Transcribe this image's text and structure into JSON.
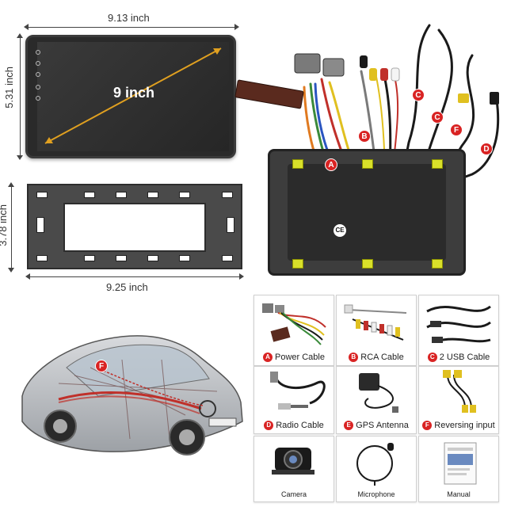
{
  "dimensions": {
    "screen_width": "9.13 inch",
    "screen_height": "5.31 inch",
    "screen_diagonal": "9 inch",
    "frame_height": "3.78 inch",
    "frame_width": "9.25 inch"
  },
  "harness_badges": [
    "A",
    "B",
    "C",
    "C",
    "D",
    "F"
  ],
  "car_badge": "F",
  "accessories": [
    {
      "marker": "A",
      "label": "Power Cable",
      "icon": "power-cable-icon"
    },
    {
      "marker": "B",
      "label": "RCA Cable",
      "icon": "rca-cable-icon"
    },
    {
      "marker": "C",
      "label": "2 USB Cable",
      "icon": "usb-cable-icon"
    },
    {
      "marker": "D",
      "label": "Radio Cable",
      "icon": "radio-cable-icon"
    },
    {
      "marker": "E",
      "label": "GPS Antenna",
      "icon": "gps-antenna-icon"
    },
    {
      "marker": "F",
      "label": "Reversing input",
      "icon": "reversing-cable-icon"
    },
    {
      "marker": "",
      "label": "Camera",
      "icon": "camera-icon"
    },
    {
      "marker": "",
      "label": "Microphone",
      "icon": "microphone-icon"
    },
    {
      "marker": "",
      "label": "Manual",
      "icon": "manual-icon"
    }
  ],
  "colors": {
    "marker_red": "#d92323",
    "clip_yellow": "#d9e02a",
    "device_dark": "#2a2a2a"
  }
}
